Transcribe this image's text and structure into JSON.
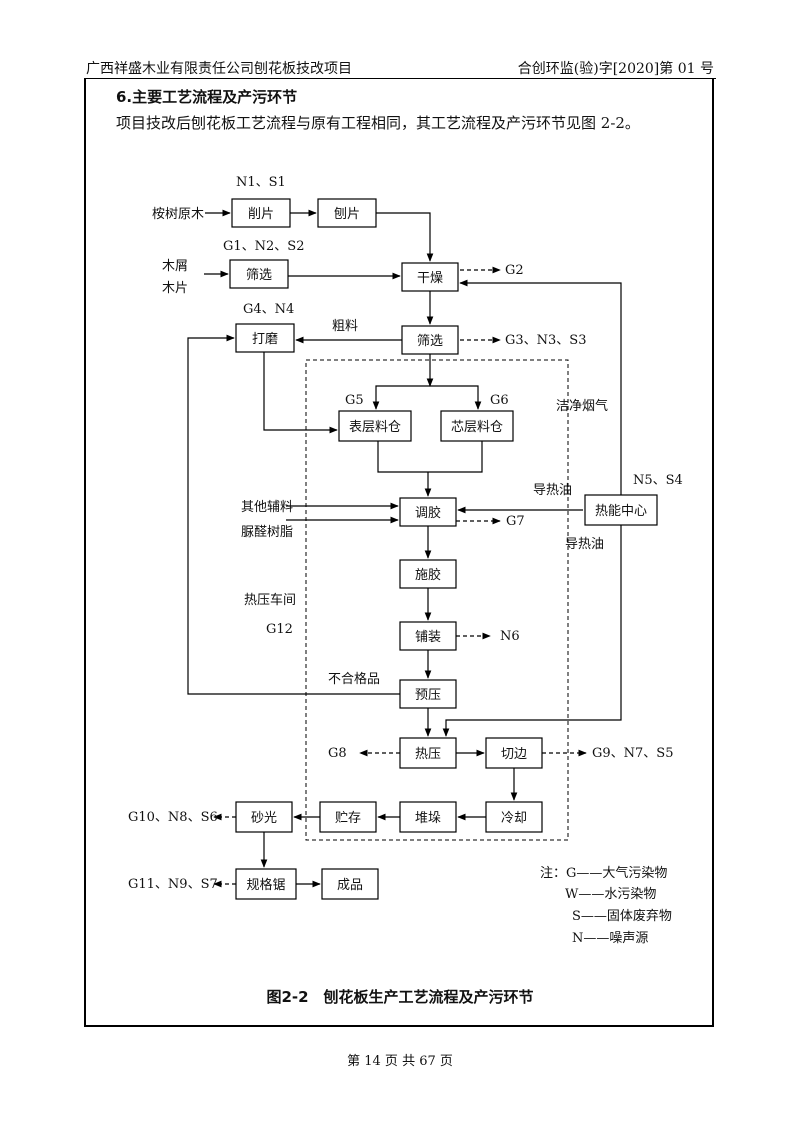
{
  "header": {
    "left": "广西祥盛木业有限责任公司刨花板技改项目",
    "right": "合创环监(验)字[2020]第 01 号"
  },
  "section": {
    "title": "6.主要工艺流程及产污环节",
    "body": "项目技改后刨花板工艺流程与原有工程相同，其工艺流程及产污环节见图 2-2。"
  },
  "diagram": {
    "nodes": {
      "xiaopian": "削片",
      "baopian": "刨片",
      "shaixuan1": "筛选",
      "ganzao": "干燥",
      "damo": "打磨",
      "shaixuan2": "筛选",
      "biaocengliaocang": "表层料仓",
      "xincengliaocang": "芯层料仓",
      "tiaojiao": "调胶",
      "shijiao": "施胶",
      "puzhuang": "铺装",
      "yuya": "预压",
      "reya": "热压",
      "qiebian": "切边",
      "lengque": "冷却",
      "duiduo": "堆垛",
      "zhucun": "贮存",
      "shaguang": "砂光",
      "guigeju": "规格锯",
      "chengpin": "成品",
      "reneng": "热能中心"
    },
    "labels": {
      "input_wood": "桉树原木",
      "input_chips_1": "木屑",
      "input_chips_2": "木片",
      "coarse": "粗料",
      "other_aux": "其他辅料",
      "resin": "脲醛树脂",
      "hotpress_workshop": "热压车间",
      "rejects": "不合格品",
      "clean_gas": "洁净烟气",
      "oil_1": "导热油",
      "oil_2": "导热油"
    },
    "pollutants": {
      "p_xiaopian": "N1、S1",
      "p_shaixuan1": "G1、N2、S2",
      "p_ganzao": "G2",
      "p_damo": "G4、N4",
      "p_shaixuan2": "G3、N3、S3",
      "p_biaoceng": "G5",
      "p_xinceng": "G6",
      "p_tiaojiao": "G7",
      "p_workshop": "G12",
      "p_puzhuang": "N6",
      "p_reneng": "N5、S4",
      "p_reya": "G8",
      "p_qiebian": "G9、N7、S5",
      "p_shaguang": "G10、N8、S6",
      "p_guigeju": "G11、N9、S7"
    },
    "legend": {
      "g": "注：G——大气污染物",
      "w": "W——水污染物",
      "s": "S——固体废弃物",
      "n": "N——噪声源"
    }
  },
  "caption": "图2-2　刨花板生产工艺流程及产污环节",
  "footer": "第 14 页 共 67 页"
}
